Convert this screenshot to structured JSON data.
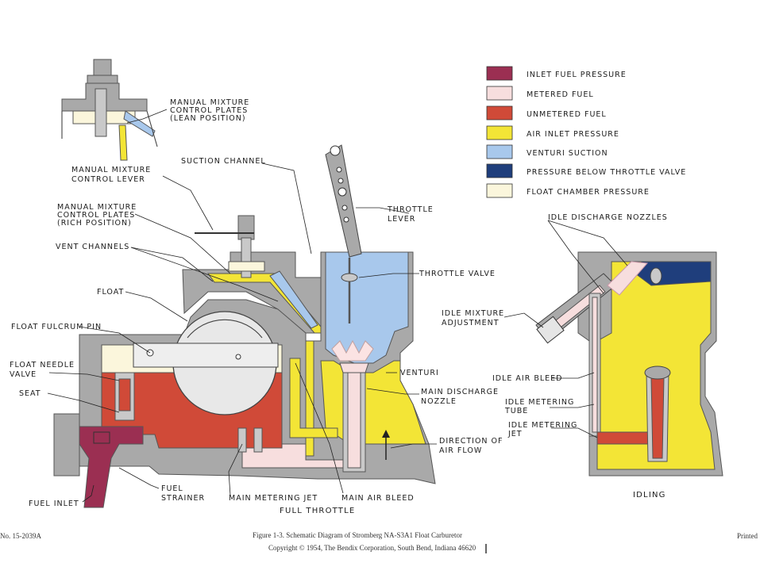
{
  "colors": {
    "inlet_fuel": "#9b2f52",
    "metered_fuel": "#f7dede",
    "unmetered_fuel": "#d04a38",
    "air_inlet": "#f3e536",
    "venturi_suction": "#a8c8ec",
    "below_throttle": "#1f3e7c",
    "float_chamber": "#fbf6dc",
    "housing": "#a9a9a9"
  },
  "legend": [
    {
      "label": "INLET FUEL PRESSURE",
      "color": "#9b2f52"
    },
    {
      "label": "METERED FUEL",
      "color": "#f7dede"
    },
    {
      "label": "UNMETERED FUEL",
      "color": "#d04a38"
    },
    {
      "label": "AIR INLET PRESSURE",
      "color": "#f3e536"
    },
    {
      "label": "VENTURI SUCTION",
      "color": "#a8c8ec"
    },
    {
      "label": "PRESSURE BELOW THROTTLE VALVE",
      "color": "#1f3e7c"
    },
    {
      "label": "FLOAT CHAMBER PRESSURE",
      "color": "#fbf6dc"
    }
  ],
  "labels": {
    "manual_mixture_plates_lean_1": "MANUAL MIXTURE",
    "manual_mixture_plates_lean_2": "CONTROL PLATES",
    "manual_mixture_plates_lean_3": "(LEAN POSITION)",
    "suction_channel": "SUCTION CHANNEL",
    "manual_mixture_lever_1": "MANUAL MIXTURE",
    "manual_mixture_lever_2": "CONTROL LEVER",
    "manual_mixture_plates_rich_1": "MANUAL MIXTURE",
    "manual_mixture_plates_rich_2": "CONTROL PLATES",
    "manual_mixture_plates_rich_3": "(RICH POSITION)",
    "throttle_lever_1": "THROTTLE",
    "throttle_lever_2": "LEVER",
    "vent_channels": "VENT CHANNELS",
    "float": "FLOAT",
    "throttle_valve": "THROTTLE VALVE",
    "float_fulcrum_pin": "FLOAT FULCRUM PIN",
    "float_needle_valve_1": "FLOAT NEEDLE",
    "float_needle_valve_2": "VALVE",
    "venturi": "VENTURI",
    "main_discharge_nozzle_1": "MAIN DISCHARGE",
    "main_discharge_nozzle_2": "NOZZLE",
    "seat": "SEAT",
    "direction_air_flow_1": "DIRECTION OF",
    "direction_air_flow_2": "AIR FLOW",
    "fuel_strainer_1": "FUEL",
    "fuel_strainer_2": "STRAINER",
    "fuel_inlet": "FUEL INLET",
    "main_metering_jet": "MAIN METERING JET",
    "main_air_bleed": "MAIN AIR BLEED",
    "idle_discharge_nozzles": "IDLE DISCHARGE NOZZLES",
    "idle_mixture_adjustment_1": "IDLE MIXTURE",
    "idle_mixture_adjustment_2": "ADJUSTMENT",
    "idle_air_bleed": "IDLE AIR BLEED",
    "idle_metering_tube_1": "IDLE METERING",
    "idle_metering_tube_2": "TUBE",
    "idle_metering_jet_1": "IDLE METERING",
    "idle_metering_jet_2": "JET"
  },
  "titles": {
    "full_throttle": "FULL THROTTLE",
    "idling": "IDLING"
  },
  "caption": {
    "line1": "Figure 1-3.  Schematic Diagram of Stromberg NA-S3A1 Float Carburetor",
    "line2": "Copyright © 1954, The Bendix Corporation, South Bend, Indiana 46620",
    "left_margin": "No. 15-2039A",
    "right_margin": "Printed"
  }
}
